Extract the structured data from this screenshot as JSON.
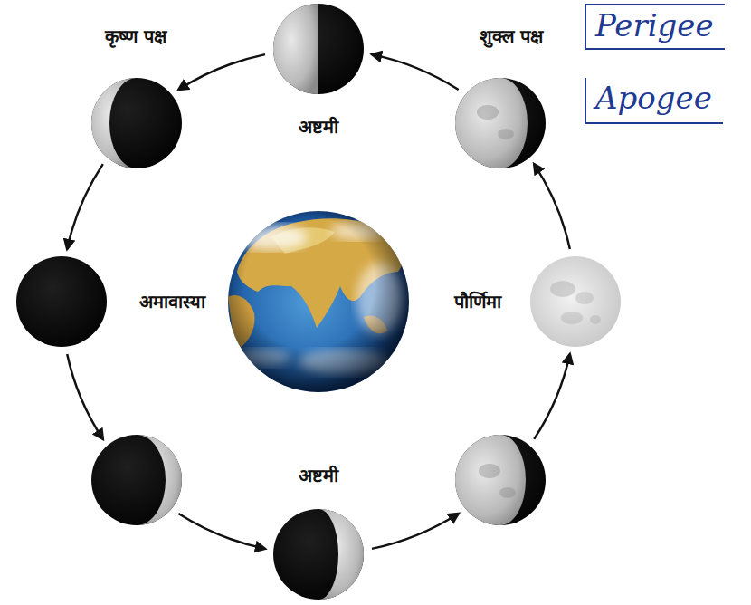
{
  "diagram": {
    "nodes": [
      {
        "text": [
          "Perigee"
        ]
      },
      {
        "text": [
          "Apogee"
        ]
      }
    ],
    "labels": [
      "कृष्ण पक्ष",
      "शुक्ल पक्ष",
      "अष्टमी",
      "अमावास्या",
      "पौर्णिमा",
      "अष्टमी"
    ]
  }
}
